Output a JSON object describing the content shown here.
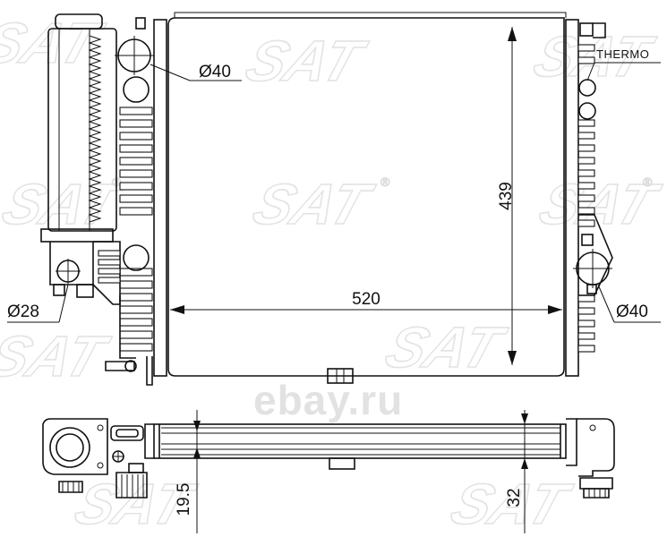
{
  "watermark": {
    "brand": "SAT",
    "registered": "®",
    "site": "ebay.ru"
  },
  "dimensions": {
    "width": "520",
    "height": "439",
    "inlet_diameter": "Ø40",
    "outlet_diameter": "Ø40",
    "small_port_diameter": "Ø28",
    "side_depth_a": "19.5",
    "side_depth_b": "32"
  },
  "labels": {
    "thermo": "THERMO"
  }
}
